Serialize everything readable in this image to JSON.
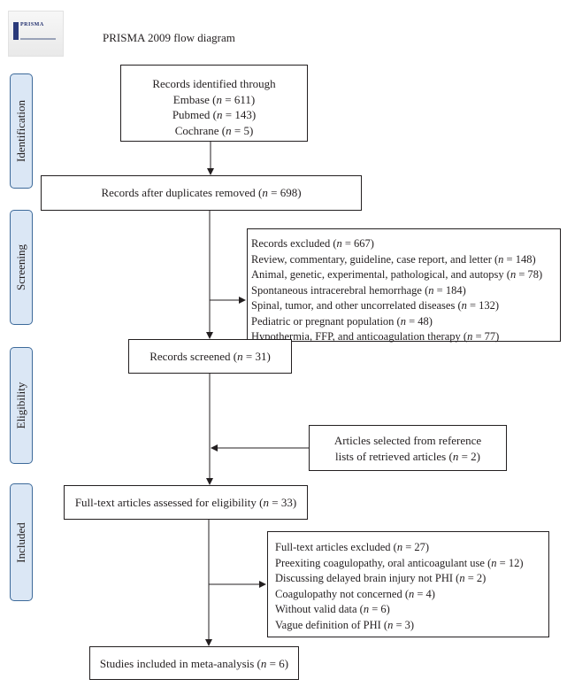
{
  "logo": {
    "text": "PRISMA"
  },
  "header": {
    "title": "PRISMA 2009 flow diagram"
  },
  "phases": [
    "Identification",
    "Screening",
    "Eligibility",
    "Included"
  ],
  "boxes": {
    "identified": {
      "heading": "Records identified through",
      "lines": [
        {
          "pre": "Embase (",
          "n": "n",
          "post": " = 611)"
        },
        {
          "pre": "Pubmed (",
          "n": "n",
          "post": " = 143)"
        },
        {
          "pre": "Cochrane (",
          "n": "n",
          "post": " = 5)"
        }
      ]
    },
    "duplicates_removed": {
      "pre": "Records after duplicates removed (",
      "n": "n",
      "post": " = 698)"
    },
    "excluded": {
      "lines": [
        {
          "pre": "Records excluded (",
          "n": "n",
          "post": " = 667)"
        },
        {
          "pre": "Review, commentary, guideline, case report, and letter (",
          "n": "n",
          "post": " = 148)"
        },
        {
          "pre": "Animal, genetic, experimental, pathological, and autopsy (",
          "n": "n",
          "post": " = 78)"
        },
        {
          "pre": "Spontaneous intracerebral hemorrhage (",
          "n": "n",
          "post": " = 184)"
        },
        {
          "pre": "Spinal, tumor, and other uncorrelated diseases (",
          "n": "n",
          "post": " = 132)"
        },
        {
          "pre": "Pediatric or pregnant population (",
          "n": "n",
          "post": " = 48)"
        },
        {
          "pre": "Hypothermia, FFP, and anticoagulation therapy (",
          "n": "n",
          "post": " = 77)"
        }
      ]
    },
    "screened": {
      "pre": "Records screened (",
      "n": "n",
      "post": " = 31)"
    },
    "reference": {
      "line1": "Articles selected from reference",
      "pre": "lists of retrieved articles (",
      "n": "n",
      "post": " = 2)"
    },
    "fulltext": {
      "pre": "Full-text articles assessed for eligibility (",
      "n": "n",
      "post": " = 33)"
    },
    "fulltext_excluded": {
      "lines": [
        {
          "pre": "Full-text articles excluded (",
          "n": "n",
          "post": " = 27)"
        },
        {
          "pre": "Preexiting coagulopathy, oral anticoagulant use (",
          "n": "n",
          "post": " = 12)"
        },
        {
          "pre": "Discussing delayed brain injury not PHI (",
          "n": "n",
          "post": " = 2)"
        },
        {
          "pre": "Coagulopathy not concerned (",
          "n": "n",
          "post": " = 4)"
        },
        {
          "pre": "Without valid data (",
          "n": "n",
          "post": " = 6)"
        },
        {
          "pre": "Vague definition of PHI (",
          "n": "n",
          "post": " = 3)"
        }
      ]
    },
    "included": {
      "pre": "Studies included in meta-analysis (",
      "n": "n",
      "post": " = 6)"
    }
  }
}
